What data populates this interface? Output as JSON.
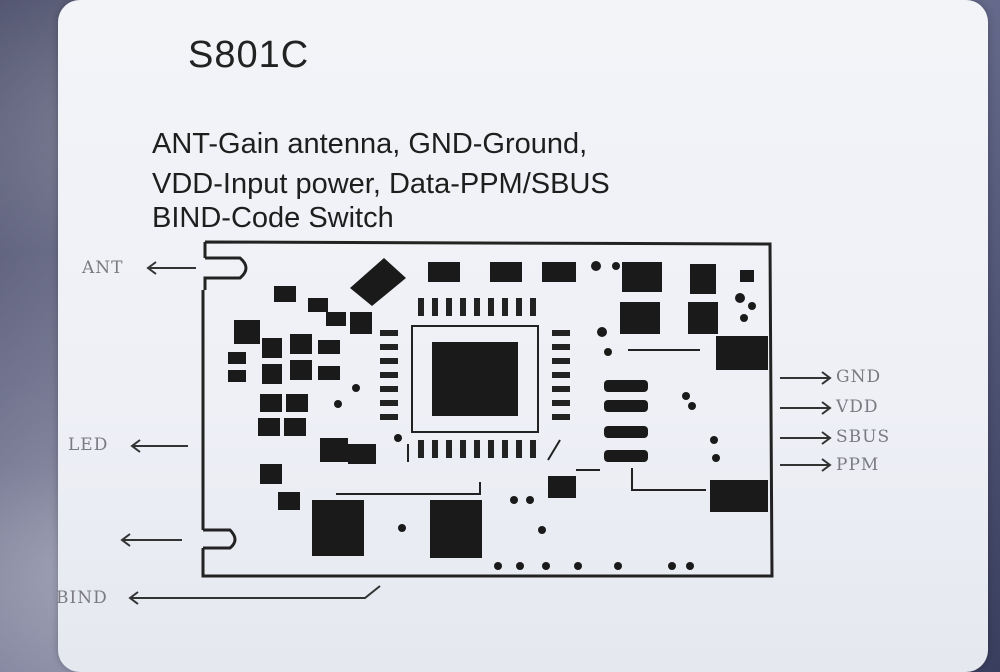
{
  "model": "S801C",
  "description_lines": [
    "ANT-Gain antenna, GND-Ground,",
    "VDD-Input power,  Data-PPM/SBUS",
    "BIND-Code Switch"
  ],
  "pins_left": {
    "ant": "ANT",
    "led": "LED",
    "bind": "BIND"
  },
  "pins_right": {
    "gnd": "GND",
    "vdd": "VDD",
    "sbus": "SBUS",
    "ppm": "PPM"
  },
  "colors": {
    "bag": "#3a3e5e",
    "label": "#eef0f6",
    "ink": "#1e1e1e"
  }
}
